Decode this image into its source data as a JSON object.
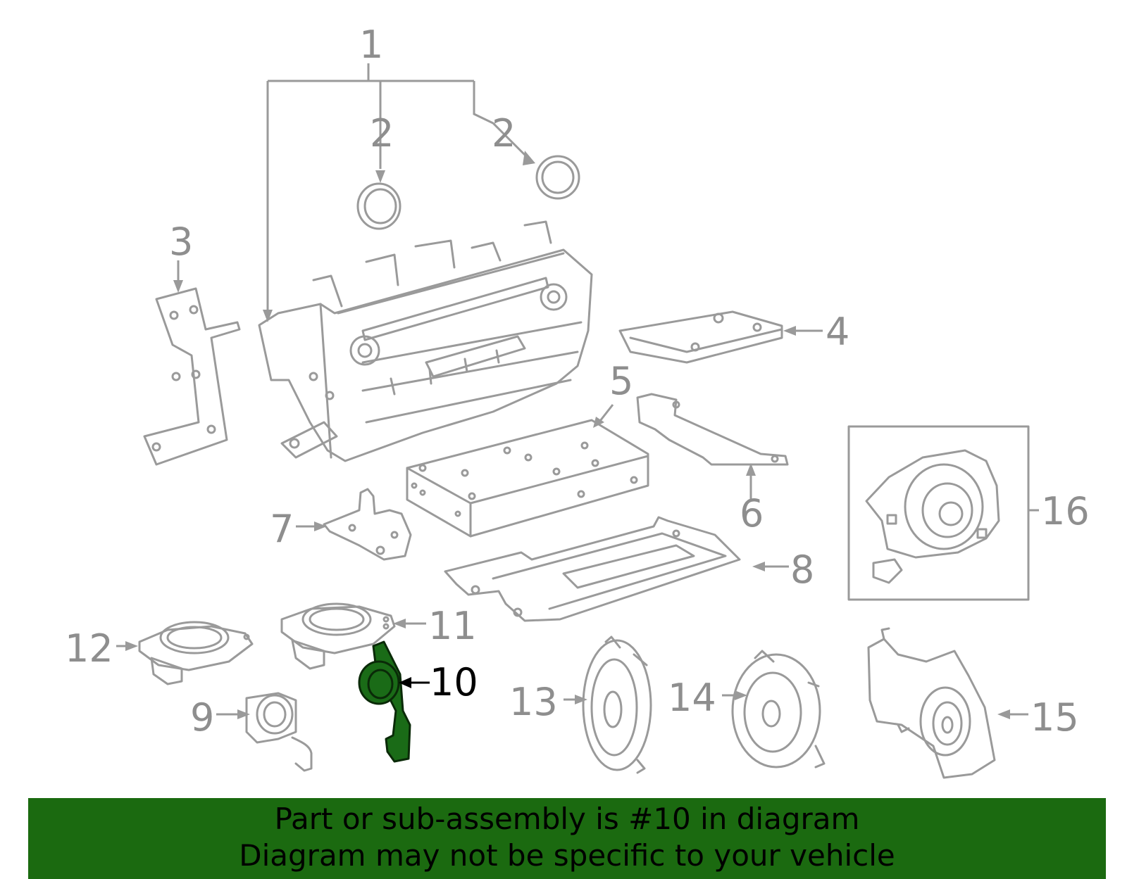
{
  "callouts": {
    "c1": "1",
    "c2a": "2",
    "c2b": "2",
    "c3": "3",
    "c4": "4",
    "c5": "5",
    "c6": "6",
    "c7": "7",
    "c8": "8",
    "c9": "9",
    "c10": "10",
    "c11": "11",
    "c12": "12",
    "c13": "13",
    "c14": "14",
    "c15": "15",
    "c16": "16"
  },
  "highlighted_part": "10",
  "colors": {
    "highlight": "#1b6a10",
    "line": "#9a9a9a",
    "callout_text": "#8e8e8e"
  },
  "banner": {
    "line1": "Part or sub-assembly is #10 in diagram",
    "line2": "Diagram may not be specific to your vehicle"
  }
}
